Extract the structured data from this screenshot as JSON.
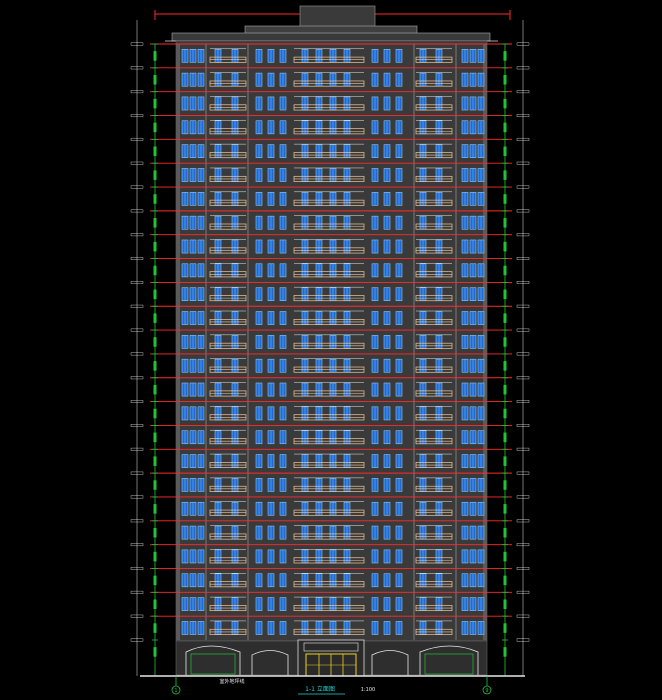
{
  "drawing": {
    "title": "1-1 立面图",
    "scale": "1:100",
    "ground_note": "室外地坪线",
    "axis_left": "1",
    "axis_right": "9",
    "floors_typical": 24,
    "colors": {
      "background": "#000000",
      "facade": "#3a3a3a",
      "floor_line": "#ff2a2a",
      "glass": "#1e6bd6",
      "window_frame": "#9fd8ff",
      "balcony": "#f2c89a",
      "edge_white": "#e8e8e8",
      "green_dim": "#22c33a",
      "yellow": "#f0d020",
      "cyan": "#22d6d6"
    }
  }
}
